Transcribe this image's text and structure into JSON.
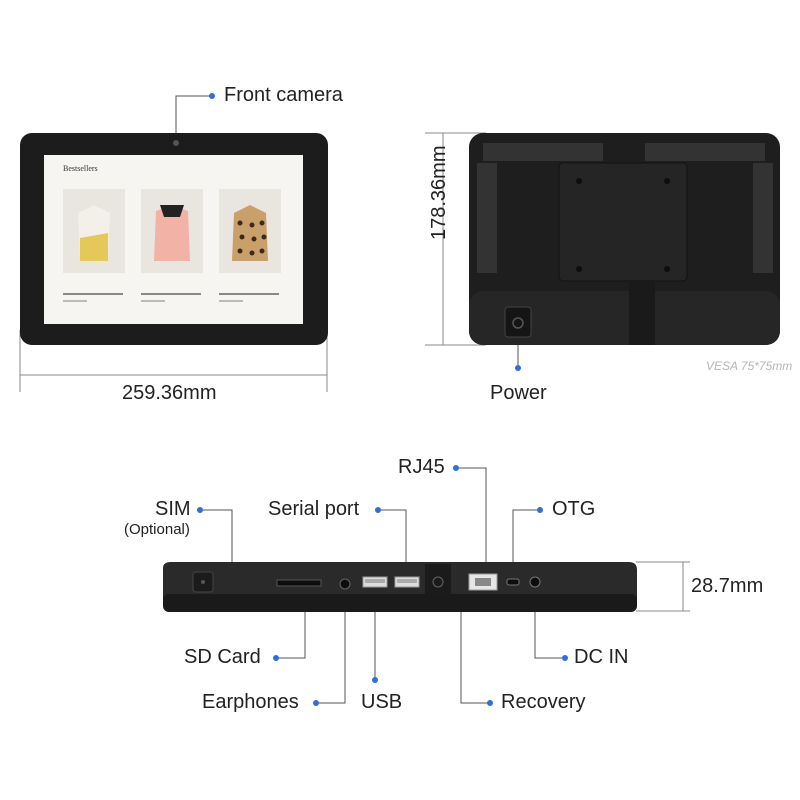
{
  "labels": {
    "front_camera": "Front camera",
    "power": "Power",
    "rj45": "RJ45",
    "sim": "SIM",
    "sim_optional": "(Optional)",
    "serial_port": "Serial port",
    "otg": "OTG",
    "sd_card": "SD Card",
    "dc_in": "DC IN",
    "earphones": "Earphones",
    "usb": "USB",
    "recovery": "Recovery"
  },
  "dimensions": {
    "width": "259.36mm",
    "height": "178.36mm",
    "depth": "28.7mm"
  },
  "vesa": "VESA 75*75mm",
  "screen": {
    "heading": "Bestsellers"
  },
  "colors": {
    "accent_dot": "#2f6fd6",
    "device_body": "#1c1c1c",
    "leader_line": "#555555"
  }
}
